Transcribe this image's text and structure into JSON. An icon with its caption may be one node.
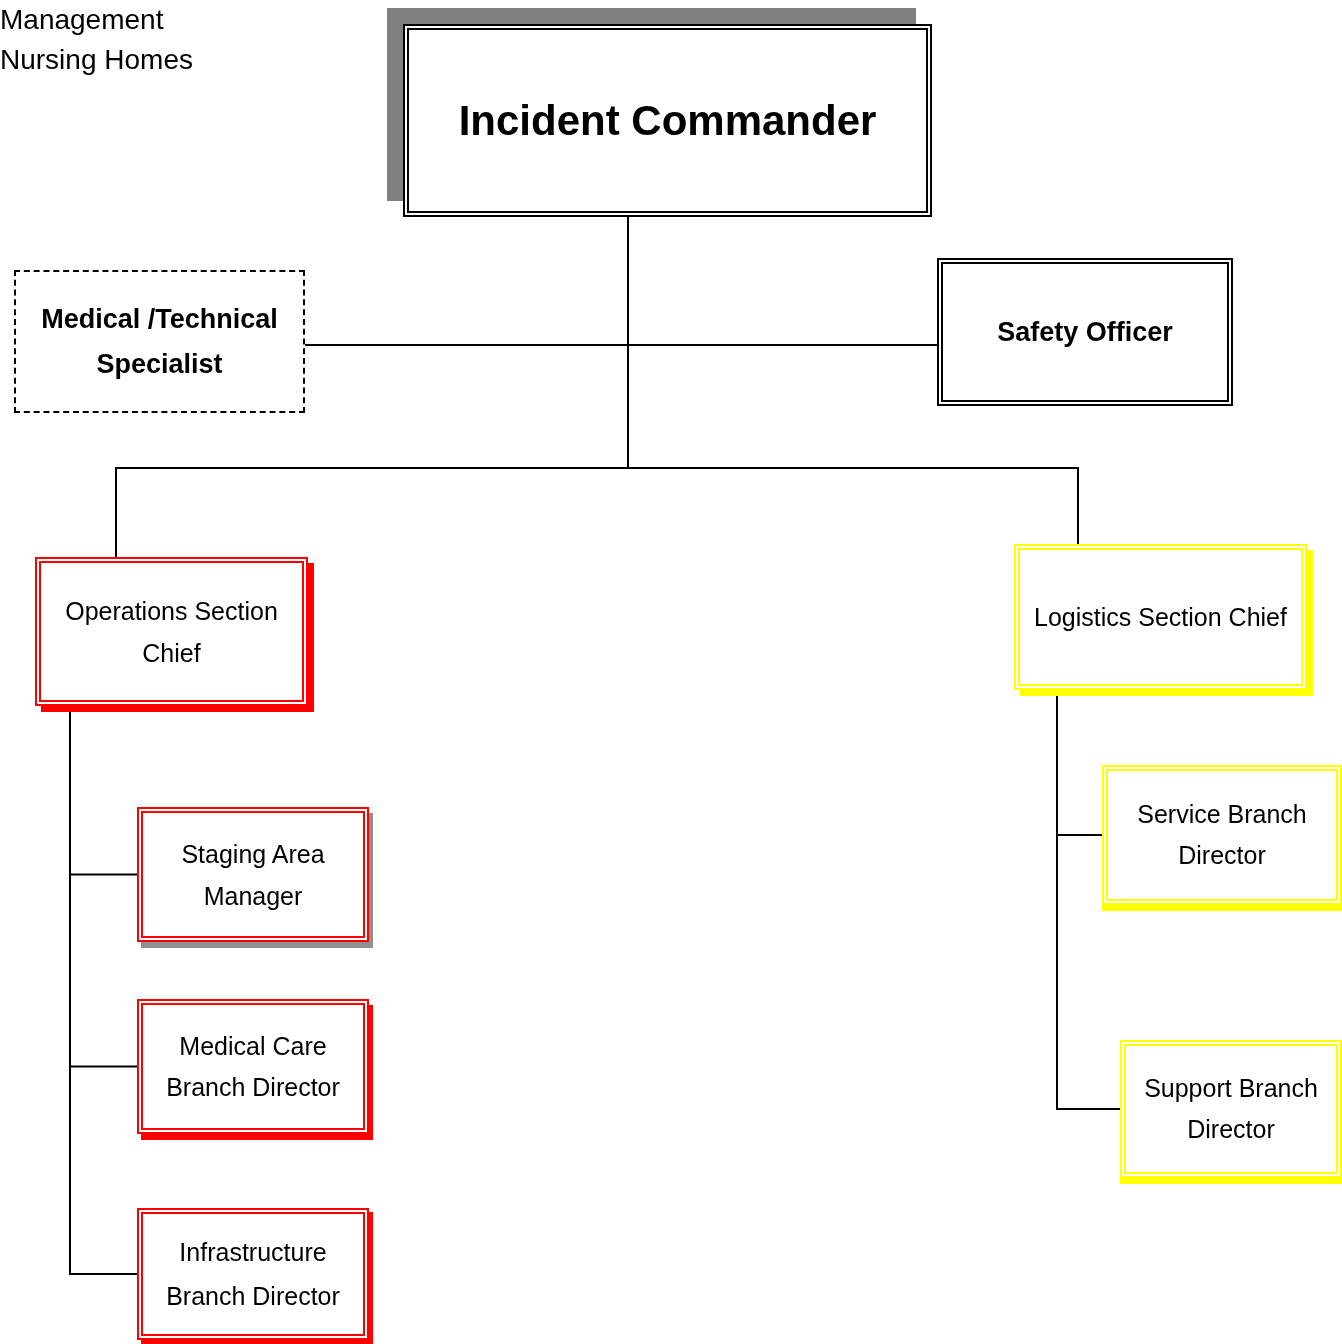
{
  "diagram": {
    "nodes": [
      {
        "text": [
          "Incident Commander"
        ]
      },
      {
        "text": [
          "Medical /Technical Specialist"
        ]
      },
      {
        "text": [
          "Safety Officer"
        ]
      },
      {
        "text": [
          "Operations Section Chief"
        ]
      },
      {
        "text": [
          "Logistics Section Chief"
        ]
      },
      {
        "text": [
          "Staging Area Manager"
        ]
      },
      {
        "text": [
          "Medical Care Branch Director"
        ]
      },
      {
        "text": [
          "Infrastructure Branch Director"
        ]
      },
      {
        "text": [
          "Service Branch Director"
        ]
      },
      {
        "text": [
          "Support Branch Director"
        ]
      }
    ],
    "edges": [
      {
        "from": 0,
        "to": 1,
        "arrow": "none"
      },
      {
        "from": 0,
        "to": 2,
        "arrow": "none"
      },
      {
        "from": 0,
        "to": 3,
        "arrow": "none"
      },
      {
        "from": 0,
        "to": 4,
        "arrow": "none"
      },
      {
        "from": 3,
        "to": 5,
        "arrow": "none"
      },
      {
        "from": 3,
        "to": 6,
        "arrow": "none"
      },
      {
        "from": 3,
        "to": 7,
        "arrow": "none"
      },
      {
        "from": 4,
        "to": 8,
        "arrow": "none"
      },
      {
        "from": 4,
        "to": 9,
        "arrow": "none"
      }
    ],
    "labels": [
      "Management",
      "Nursing Homes"
    ]
  }
}
